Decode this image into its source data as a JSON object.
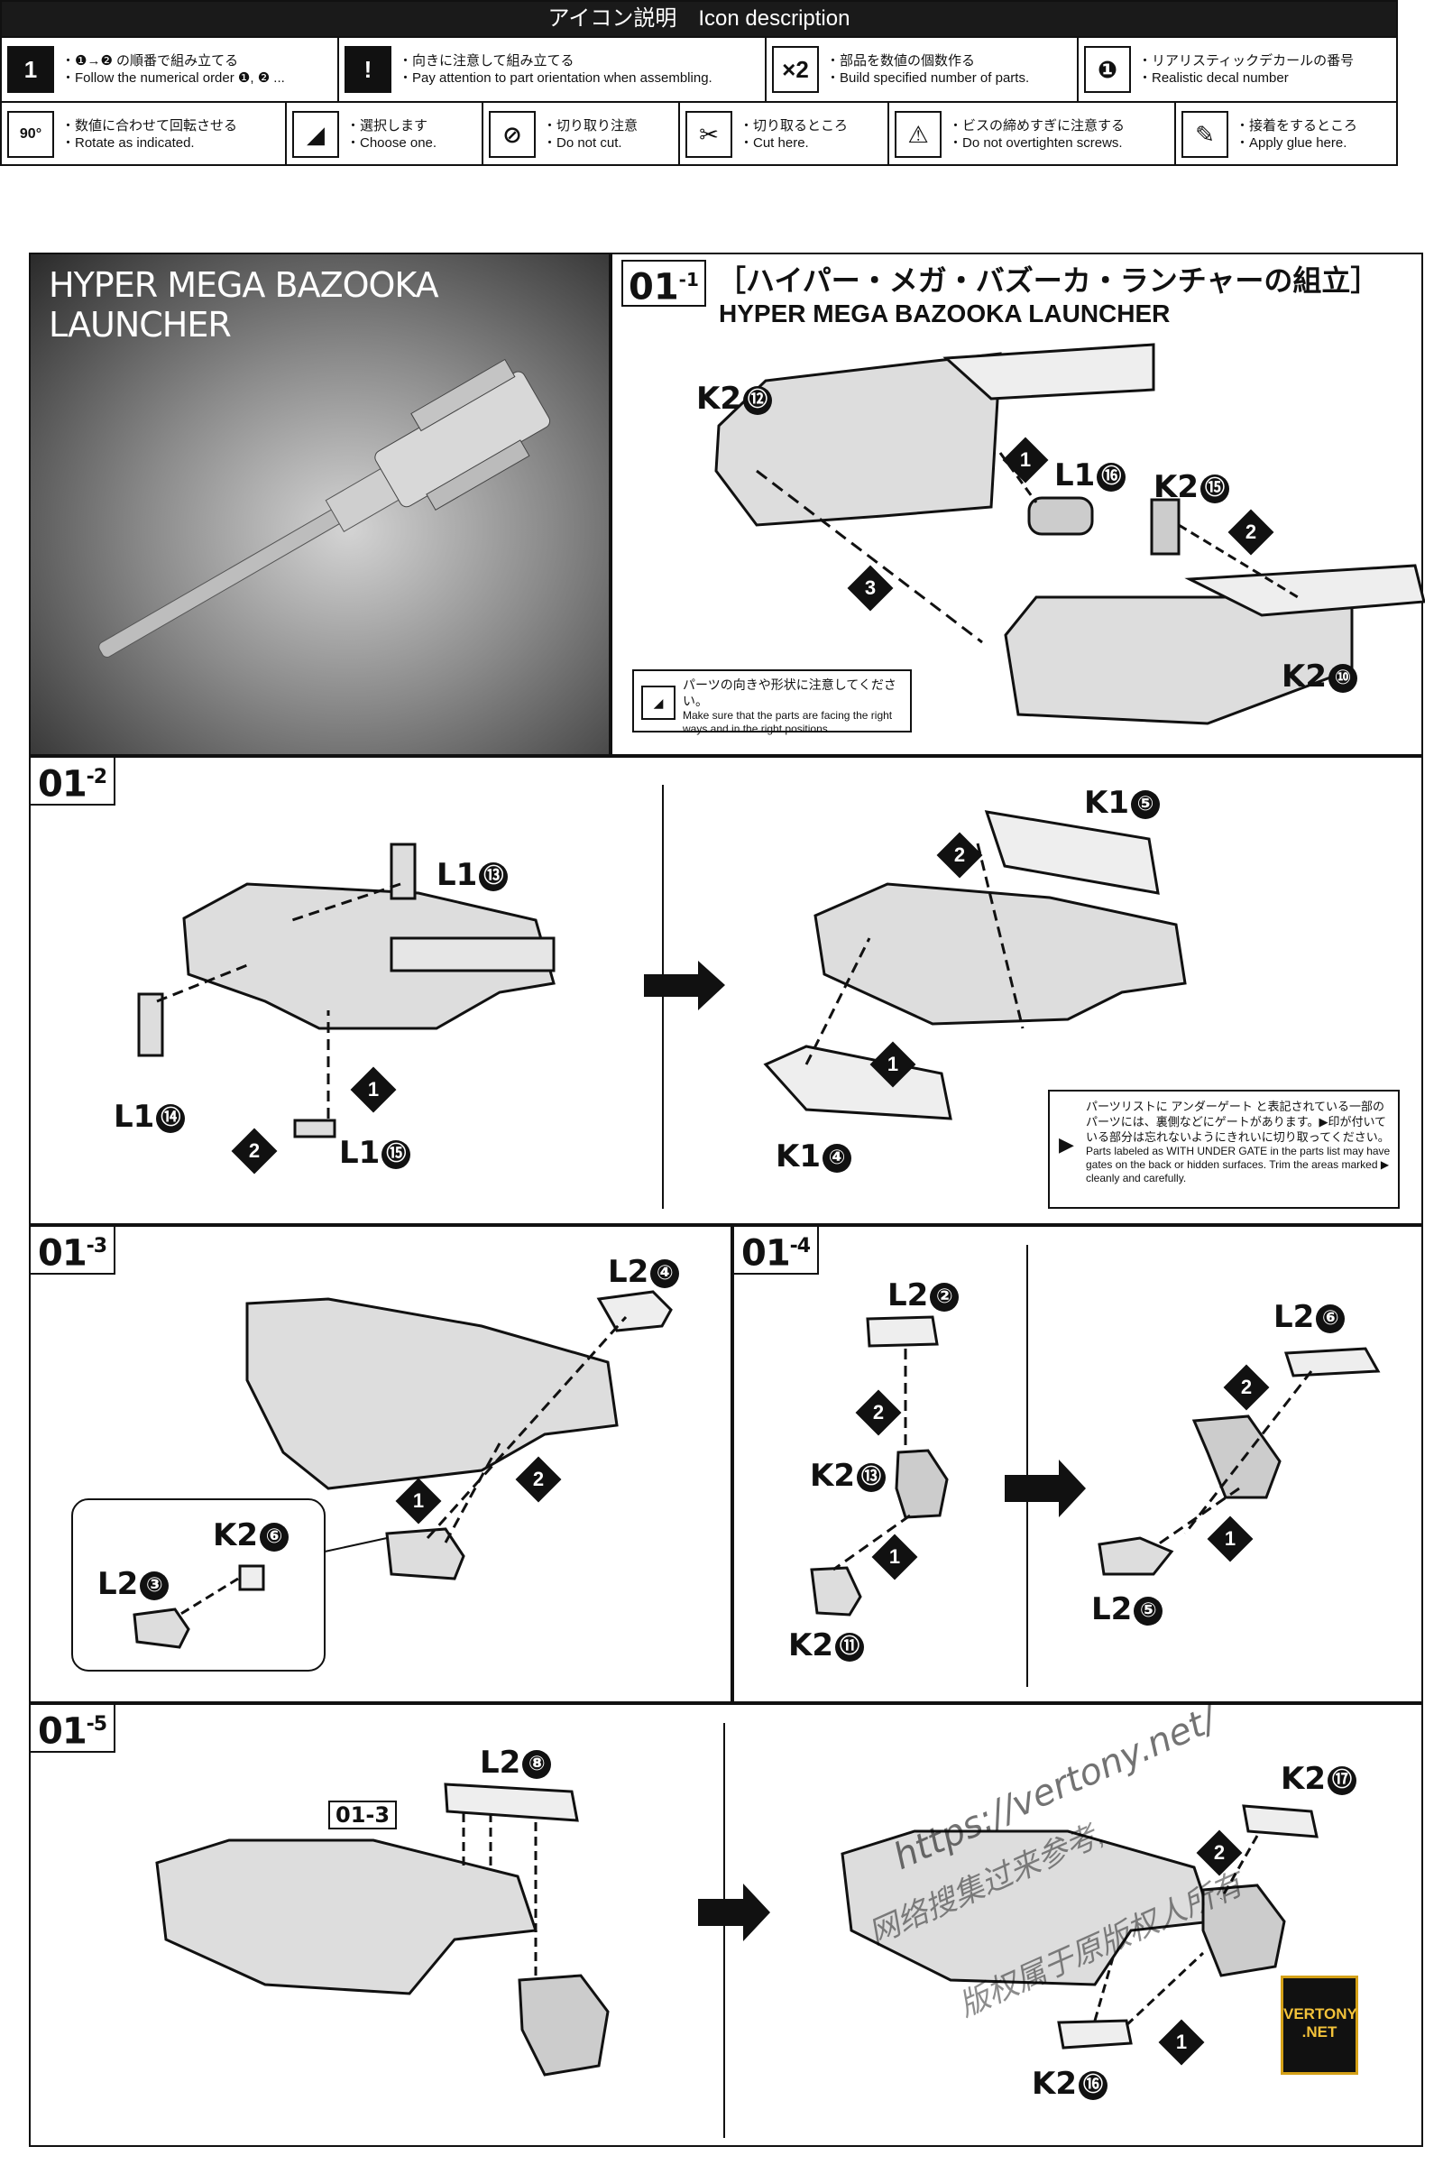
{
  "icon_description": {
    "title": "アイコン説明　Icon description",
    "icons": [
      {
        "symbol": "1",
        "icon": "numbered-order-icon",
        "jp": "・❶→❷ の順番で組み立てる",
        "en": "・Follow the numerical order ❶, ❷ ..."
      },
      {
        "symbol": "!",
        "icon": "caution-icon",
        "jp": "・向きに注意して組み立てる",
        "en": "・Pay attention to part orientation when assembling."
      },
      {
        "symbol": "×2",
        "icon": "multiply-icon",
        "jp": "・部品を数値の個数作る",
        "en": "・Build specified number of parts."
      },
      {
        "symbol": "❶",
        "icon": "decal-icon",
        "jp": "・リアリスティックデカールの番号",
        "en": "・Realistic decal number"
      },
      {
        "symbol": "90°",
        "icon": "rotate-icon",
        "jp": "・数値に合わせて回転させる",
        "en": "・Rotate as indicated."
      },
      {
        "symbol": "◢",
        "icon": "choose-icon",
        "jp": "・選択します",
        "en": "・Choose one."
      },
      {
        "symbol": "⊘",
        "icon": "do-not-cut-icon",
        "jp": "・切り取り注意",
        "en": "・Do not cut."
      },
      {
        "symbol": "✂",
        "icon": "cut-here-icon",
        "jp": "・切り取るところ",
        "en": "・Cut here."
      },
      {
        "symbol": "⚠",
        "icon": "screw-icon",
        "jp": "・ビスの締めすぎに注意する",
        "en": "・Do not overtighten screws."
      },
      {
        "symbol": "✎",
        "icon": "glue-icon",
        "jp": "・接着をするところ",
        "en": "・Apply glue here."
      }
    ]
  },
  "hero": {
    "title": "HYPER MEGA BAZOOKA LAUNCHER"
  },
  "steps": {
    "s1": {
      "label": "01",
      "sub": "-1",
      "title_jp": "［ハイパー・メガ・バズーカ・ランチャーの組立］",
      "title_en": "HYPER MEGA BAZOOKA LAUNCHER",
      "parts": [
        {
          "runner": "K2",
          "num": "⑫"
        },
        {
          "runner": "L1",
          "num": "⑯"
        },
        {
          "runner": "K2",
          "num": "⑮"
        },
        {
          "runner": "K2",
          "num": "⑩"
        }
      ],
      "note_jp": "パーツの向きや形状に注意してください。",
      "note_en": "Make sure that the parts are facing the right ways and in the right positions."
    },
    "s2": {
      "label": "01",
      "sub": "-2",
      "parts": [
        {
          "runner": "L1",
          "num": "⑬"
        },
        {
          "runner": "L1",
          "num": "⑭"
        },
        {
          "runner": "L1",
          "num": "⑮"
        },
        {
          "runner": "K1",
          "num": "⑤"
        },
        {
          "runner": "K1",
          "num": "④"
        }
      ],
      "gate_note_jp": "パーツリストに アンダーゲート と表記されている一部のパーツには、裏側などにゲートがあります。▶印が付いている部分は忘れないようにきれいに切り取ってください。",
      "gate_note_en": "Parts labeled as WITH UNDER GATE in the parts list may have gates on the back or hidden surfaces. Trim the areas marked ▶ cleanly and carefully."
    },
    "s3": {
      "label": "01",
      "sub": "-3",
      "parts": [
        {
          "runner": "L2",
          "num": "④"
        },
        {
          "runner": "K2",
          "num": "⑥"
        },
        {
          "runner": "L2",
          "num": "③"
        }
      ]
    },
    "s4": {
      "label": "01",
      "sub": "-4",
      "parts": [
        {
          "runner": "L2",
          "num": "②"
        },
        {
          "runner": "K2",
          "num": "⑬"
        },
        {
          "runner": "K2",
          "num": "⑪"
        },
        {
          "runner": "L2",
          "num": "⑥"
        },
        {
          "runner": "L2",
          "num": "⑤"
        }
      ]
    },
    "s5": {
      "label": "01",
      "sub": "-5",
      "ref": "01-3",
      "parts": [
        {
          "runner": "L2",
          "num": "⑧"
        },
        {
          "runner": "K2",
          "num": "⑰"
        },
        {
          "runner": "K2",
          "num": "⑯"
        }
      ]
    }
  },
  "order_marks": [
    "1",
    "2",
    "3"
  ],
  "watermark": {
    "url": "https://vertony.net/",
    "line1": "网络搜集过来参考,",
    "line2": "版权属于原版权人所有",
    "logo": "VERTONY .NET"
  }
}
